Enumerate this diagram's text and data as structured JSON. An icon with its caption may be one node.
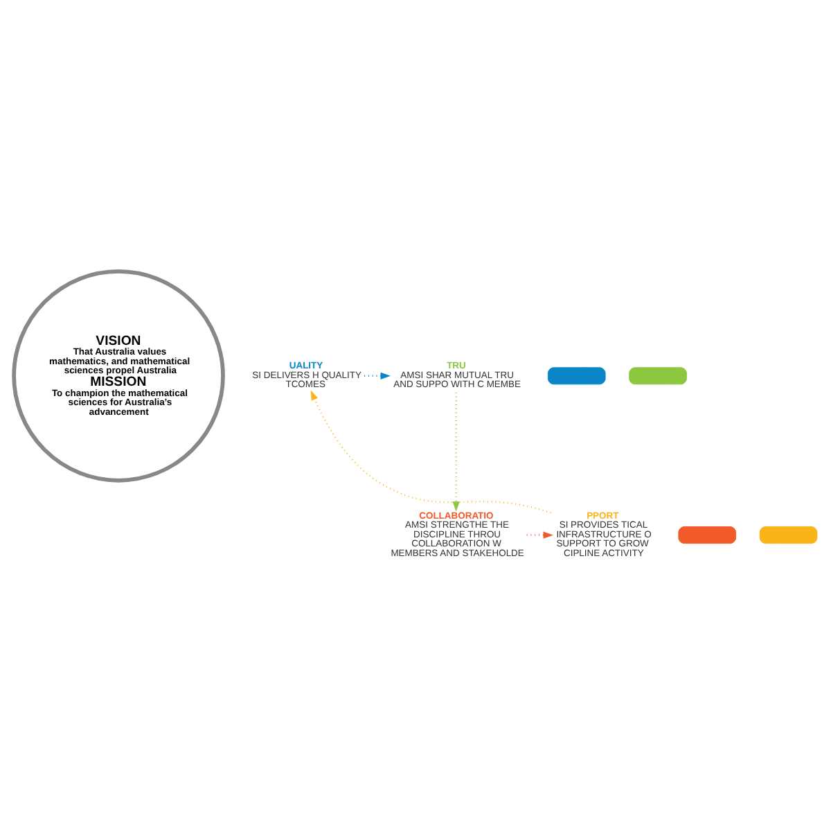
{
  "diagram": {
    "nodes": [
      {
        "text": [
          "VISION",
          "That Australia values mathematics, and mathematical sciences propel Australia",
          "MISSION",
          "To champion the mathematical sciences for Australia’s advancement"
        ]
      },
      {
        "text": [
          "UALITY",
          "SI DELIVERS H QUALITY TCOMES"
        ]
      },
      {
        "text": [
          "TRU",
          "AMSI SHAR MUTUAL TRU AND SUPPO WITH C MEMBE"
        ]
      },
      {
        "text": [
          "COLLABORATIO",
          "AMSI STRENGTHE THE DISCIPLINE THROU COLLABORATION W MEMBERS AND STAKEHOLDE"
        ]
      },
      {
        "text": [
          "PPORT",
          "SI PROVIDES TICAL INFRASTRUCTURE O SUPPORT TO GROW CIPLINE ACTIVITY"
        ]
      },
      {
        "text": [],
        "shape": "arc"
      },
      {
        "text": [],
        "shape": "arc"
      },
      {
        "text": [],
        "shape": "arc"
      },
      {
        "text": [],
        "shape": "arc"
      }
    ],
    "edges": [
      {
        "from": 1,
        "to": 2,
        "arrow": "to",
        "style": "dashed",
        "color": "#0a86c8"
      },
      {
        "from": 2,
        "to": 3,
        "arrow": "to",
        "style": "dashed",
        "color": "#8dc63f"
      },
      {
        "from": 3,
        "to": 4,
        "arrow": "to",
        "style": "dashed",
        "color": "#f15a29"
      },
      {
        "from": 4,
        "to": 1,
        "arrow": "to",
        "style": "dashed",
        "color": "#fbb417"
      }
    ]
  }
}
